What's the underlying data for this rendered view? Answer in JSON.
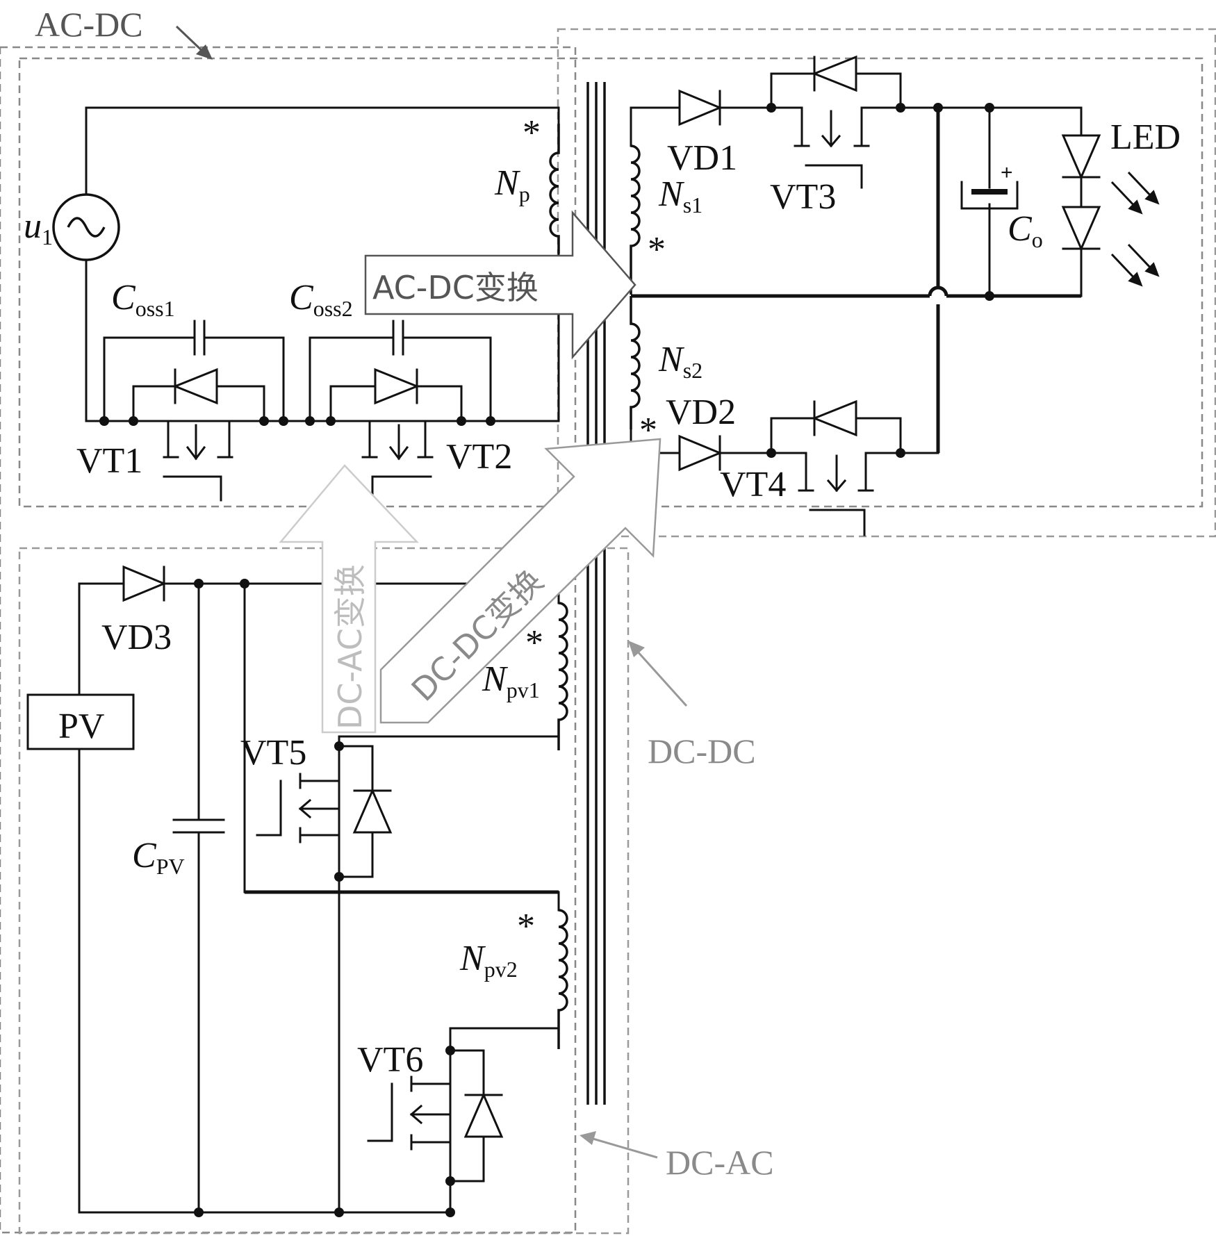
{
  "blocks": {
    "ac_dc": "AC-DC",
    "dc_dc": "DC-DC",
    "dc_ac": "DC-AC"
  },
  "flows": {
    "ac_dc": "AC-DC变换",
    "dc_dc": "DC-DC变换",
    "dc_ac": "DC-AC变换"
  },
  "source": {
    "symbol": "u",
    "sub": "1"
  },
  "windings": {
    "np": {
      "symbol": "N",
      "sub": "p"
    },
    "ns1": {
      "symbol": "N",
      "sub": "s1"
    },
    "ns2": {
      "symbol": "N",
      "sub": "s2"
    },
    "npv1": {
      "symbol": "N",
      "sub": "pv1"
    },
    "npv2": {
      "symbol": "N",
      "sub": "pv2"
    }
  },
  "capacitors": {
    "coss1": {
      "symbol": "C",
      "sub": "oss1"
    },
    "coss2": {
      "symbol": "C",
      "sub": "oss2"
    },
    "co": {
      "symbol": "C",
      "sub": "o"
    },
    "cpv": {
      "symbol": "C",
      "sub": "PV"
    }
  },
  "devices": {
    "vt1": "VT1",
    "vt2": "VT2",
    "vt3": "VT3",
    "vt4": "VT4",
    "vt5": "VT5",
    "vt6": "VT6",
    "vd1": "VD1",
    "vd2": "VD2",
    "vd3": "VD3"
  },
  "pv_box": "PV",
  "led": "LED",
  "dot_mark": "*",
  "plus_mark": "+"
}
